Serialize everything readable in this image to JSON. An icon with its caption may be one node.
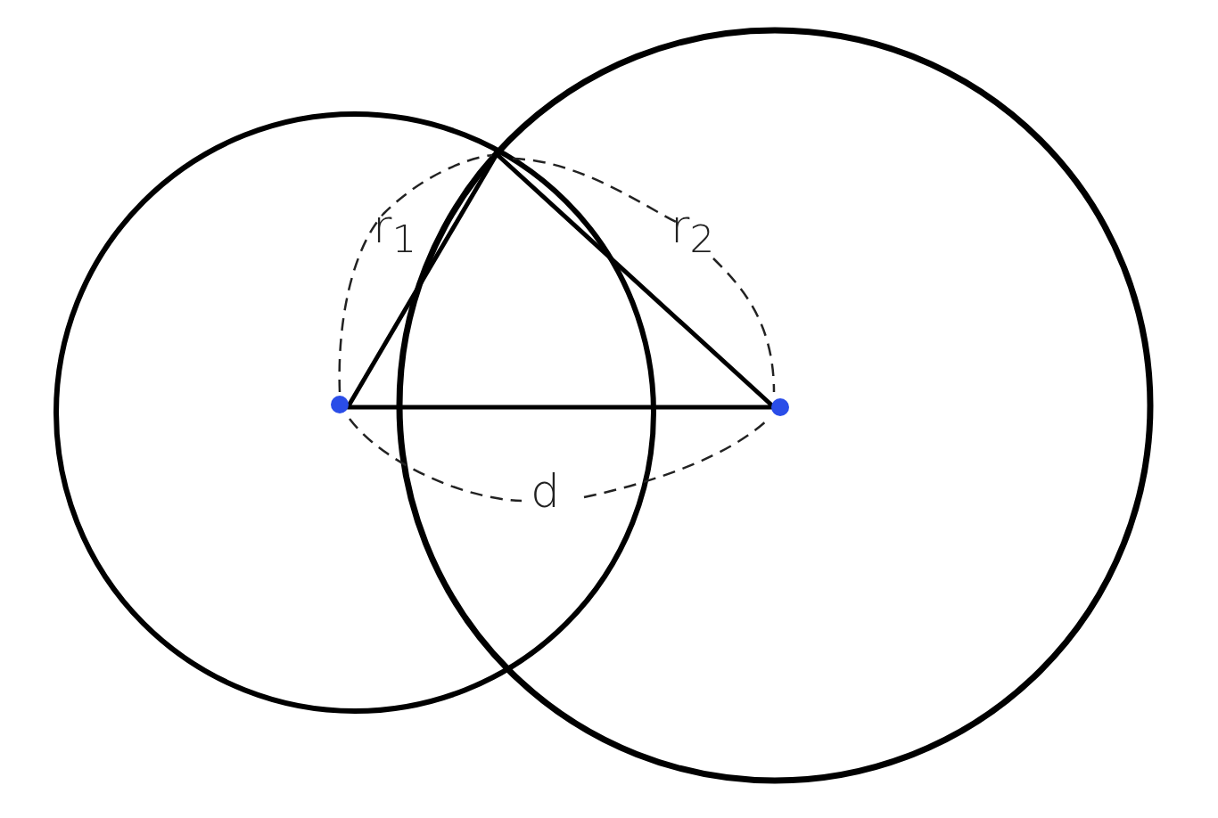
{
  "diagram": {
    "labels": [
      "r$_{1}$",
      "r$_{2}$",
      "d"
    ]
  }
}
